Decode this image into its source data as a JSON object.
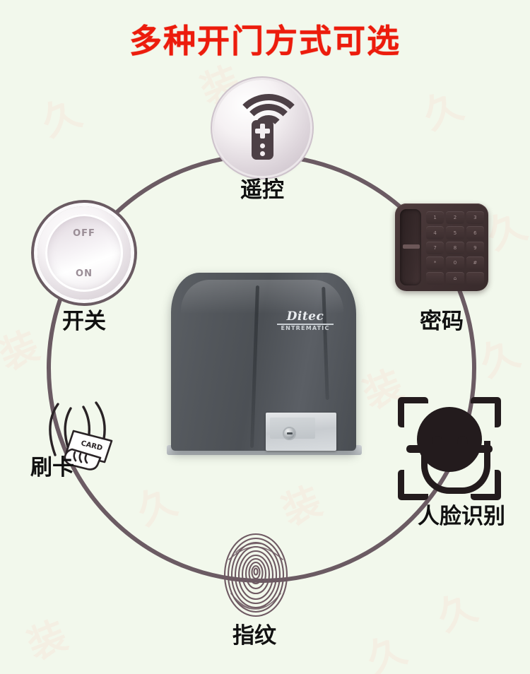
{
  "page": {
    "title": "多种开门方式可选",
    "background_color": "#f2f8ec",
    "title_color": "#ec1c0c",
    "ring_color": "#6b5b63",
    "label_color": "#111111"
  },
  "watermark": {
    "glyphs": [
      "久",
      "装",
      "久",
      "装",
      "久",
      "装",
      "久",
      "装",
      "久",
      "装",
      "久",
      "装",
      "久"
    ],
    "color": "#f4efe3"
  },
  "nodes": [
    {
      "id": "remote",
      "label": "遥控",
      "icon": "remote-control-icon"
    },
    {
      "id": "keypad",
      "label": "密码",
      "icon": "keypad-icon"
    },
    {
      "id": "face",
      "label": "人脸识别",
      "icon": "face-recognition-icon"
    },
    {
      "id": "finger",
      "label": "指纹",
      "icon": "fingerprint-icon"
    },
    {
      "id": "card",
      "label": "刷卡",
      "icon": "rfid-card-icon"
    },
    {
      "id": "switch",
      "label": "开关",
      "icon": "toggle-switch-icon"
    }
  ],
  "switch": {
    "off_label": "OFF",
    "on_label": "ON"
  },
  "keypad": {
    "keys": [
      "1",
      "2",
      "3",
      "4",
      "5",
      "6",
      "7",
      "8",
      "9",
      "*",
      "0",
      "#",
      "",
      "⌂",
      ""
    ]
  },
  "card": {
    "card_text": "CARD"
  },
  "device": {
    "brand": "Ditec",
    "sub_brand": "ENTREMATIC",
    "body_color": "#53575c",
    "panel_color": "#d3d7da"
  }
}
